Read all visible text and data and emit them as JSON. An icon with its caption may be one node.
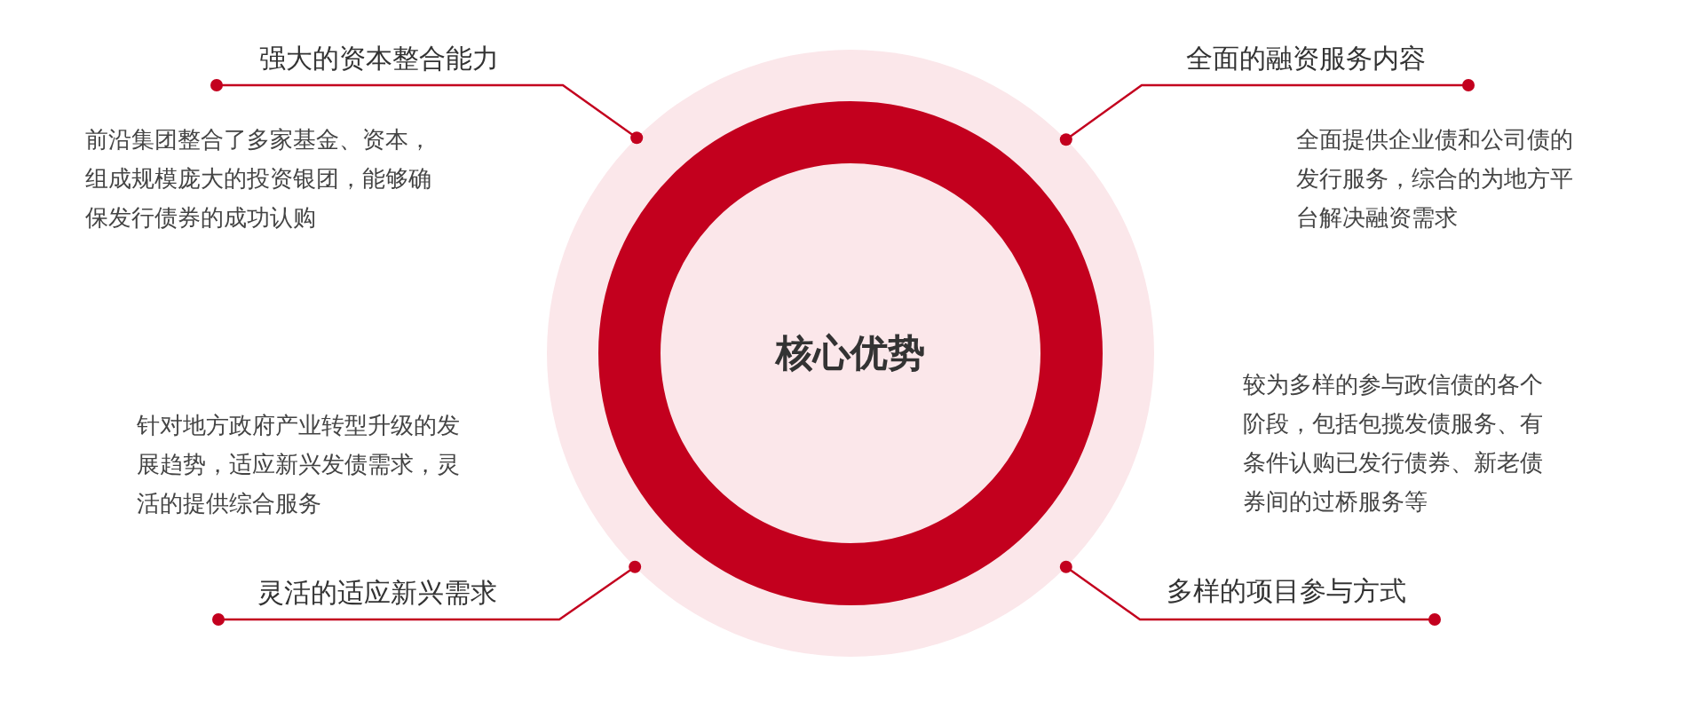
{
  "diagram": {
    "nodes": [
      {
        "text": [
          "核心优势"
        ]
      },
      {
        "text": [
          "强大的资本整合能力",
          "前沿集团整合了多家基金、资本，组成规模庞大的投资银团，能够确保发行债券的成功认购"
        ]
      },
      {
        "text": [
          "全面的融资服务内容",
          "全面提供企业债和公司债的发行服务，综合的为地方平台解决融资需求"
        ]
      },
      {
        "text": [
          "针对地方政府产业转型升级的发展趋势，适应新兴发债需求，灵活的提供综合服务",
          "灵活的适应新兴需求"
        ]
      },
      {
        "text": [
          "较为多样的参与政信债的各个阶段，包括包揽发债服务、有条件认购已发行债券、新老债券间的过桥服务等",
          "多样的项目参与方式"
        ]
      }
    ],
    "edges": [
      {
        "from": 1,
        "to": 0,
        "arrow": "other"
      },
      {
        "from": 2,
        "to": 0,
        "arrow": "other"
      },
      {
        "from": 3,
        "to": 0,
        "arrow": "other"
      },
      {
        "from": 4,
        "to": 0,
        "arrow": "other"
      }
    ]
  }
}
